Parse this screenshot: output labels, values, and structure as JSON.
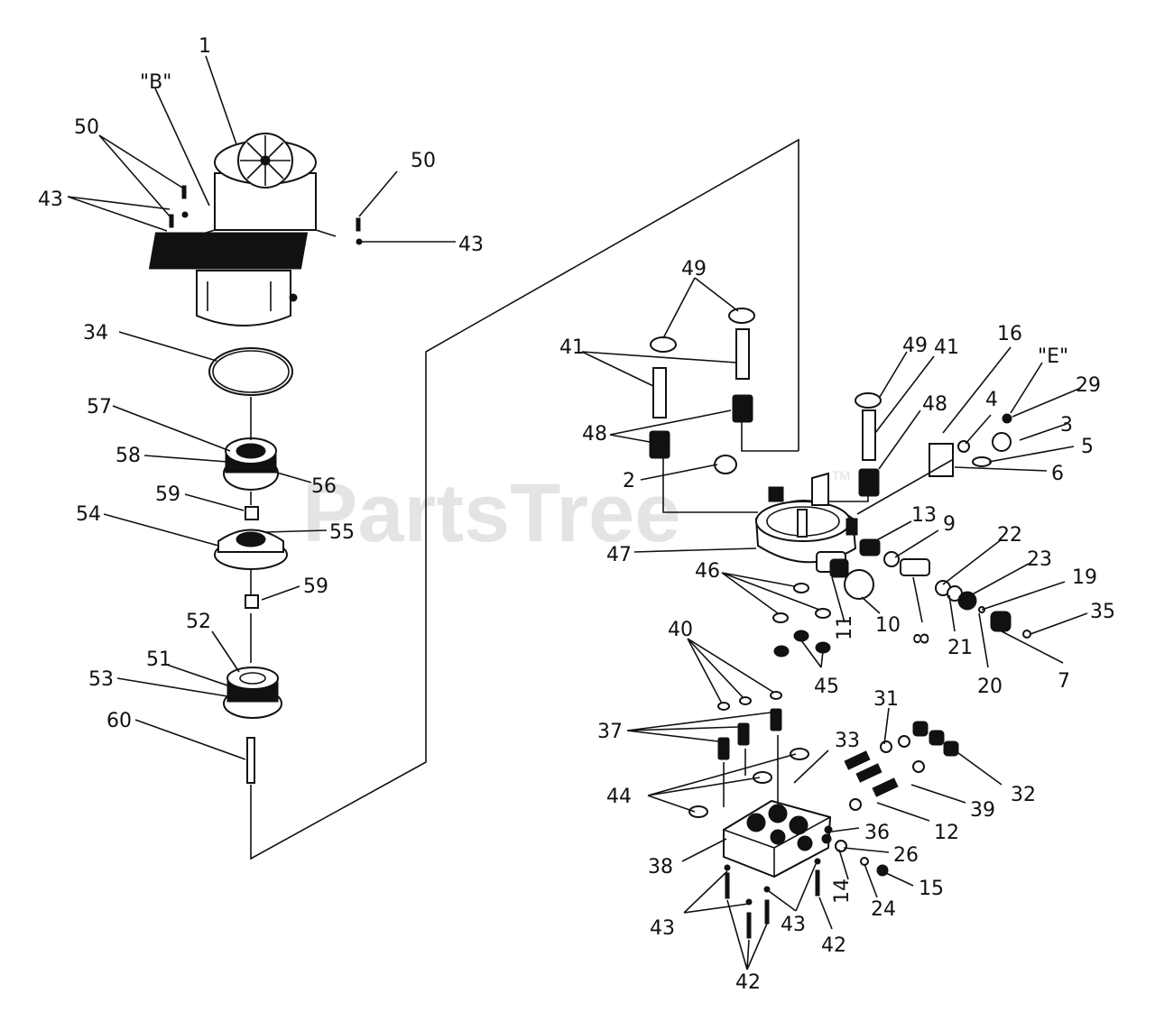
{
  "watermark": {
    "text": "PartsTree",
    "tm": "TM"
  },
  "callouts": {
    "c1": "1",
    "cB": "\"B\"",
    "c50a": "50",
    "c50b": "50",
    "c43a": "43",
    "c43b": "43",
    "c34": "34",
    "c57": "57",
    "c58": "58",
    "c56": "56",
    "c59a": "59",
    "c54": "54",
    "c55": "55",
    "c59b": "59",
    "c52": "52",
    "c51": "51",
    "c53": "53",
    "c60": "60",
    "c49a": "49",
    "c41a": "41",
    "c48a": "48",
    "c2": "2",
    "c47": "47",
    "c46": "46",
    "c49b": "49",
    "c41b": "41",
    "c48b": "48",
    "c16": "16",
    "cE": "\"E\"",
    "c29": "29",
    "c4": "4",
    "c3": "3",
    "c5": "5",
    "c6": "6",
    "c13": "13",
    "c9": "9",
    "c22": "22",
    "c23": "23",
    "c19": "19",
    "c35": "35",
    "c11": "11",
    "c10": "10",
    "c8": "8",
    "c21": "21",
    "c20": "20",
    "c7": "7",
    "c45": "45",
    "c40": "40",
    "c37": "37",
    "c33": "33",
    "c31": "31",
    "c32": "32",
    "c39": "39",
    "c44": "44",
    "c12": "12",
    "c36": "36",
    "c38": "38",
    "c26": "26",
    "c14": "14",
    "c24": "24",
    "c15": "15",
    "c43c": "43",
    "c43d": "43",
    "c42a": "42",
    "c42b": "42"
  }
}
